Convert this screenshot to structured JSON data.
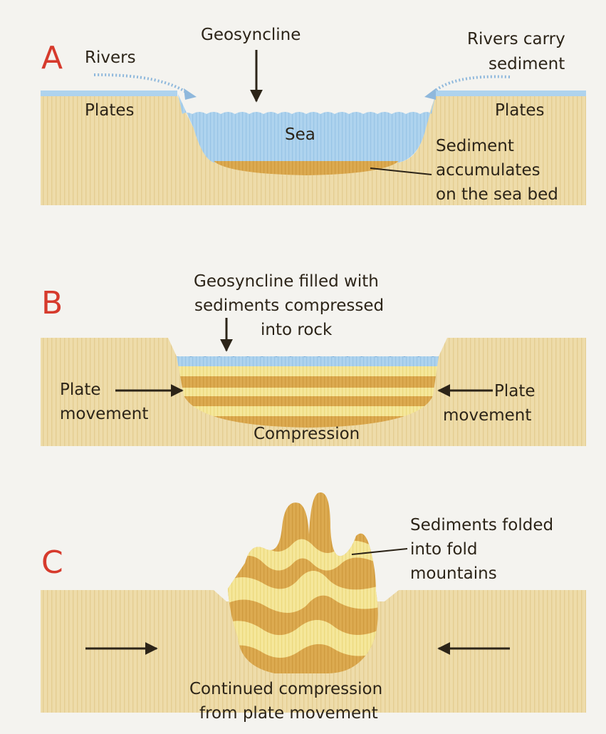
{
  "colors": {
    "plate": "#eedcaa",
    "plate_stripe": "#e4cd92",
    "sea": "#aed3ee",
    "sea_edge": "#6fa8d8",
    "sediment_dark": "#dcaa50",
    "sediment_light": "#f5e79a",
    "letter": "#d63a2c",
    "text": "#2c2418",
    "background": "#f4f3ef"
  },
  "panel_a": {
    "letter": "A",
    "geosyncline": "Geosyncline",
    "rivers": "Rivers",
    "rivers_carry_line1": "Rivers carry",
    "rivers_carry_line2": "sediment",
    "plates_left": "Plates",
    "plates_right": "Plates",
    "sea": "Sea",
    "sediment_line1": "Sediment",
    "sediment_line2": "accumulates",
    "sediment_line3": "on the sea bed"
  },
  "panel_b": {
    "letter": "B",
    "title_line1": "Geosyncline filled with",
    "title_line2": "sediments compressed",
    "title_line3": "into rock",
    "plate_left_line1": "Plate",
    "plate_left_line2": "movement",
    "plate_right_line1": "Plate",
    "plate_right_line2": "movement",
    "compression": "Compression"
  },
  "panel_c": {
    "letter": "C",
    "folded_line1": "Sediments folded",
    "folded_line2": "into fold",
    "folded_line3": "mountains",
    "continued_line1": "Continued compression",
    "continued_line2": "from plate movement"
  }
}
